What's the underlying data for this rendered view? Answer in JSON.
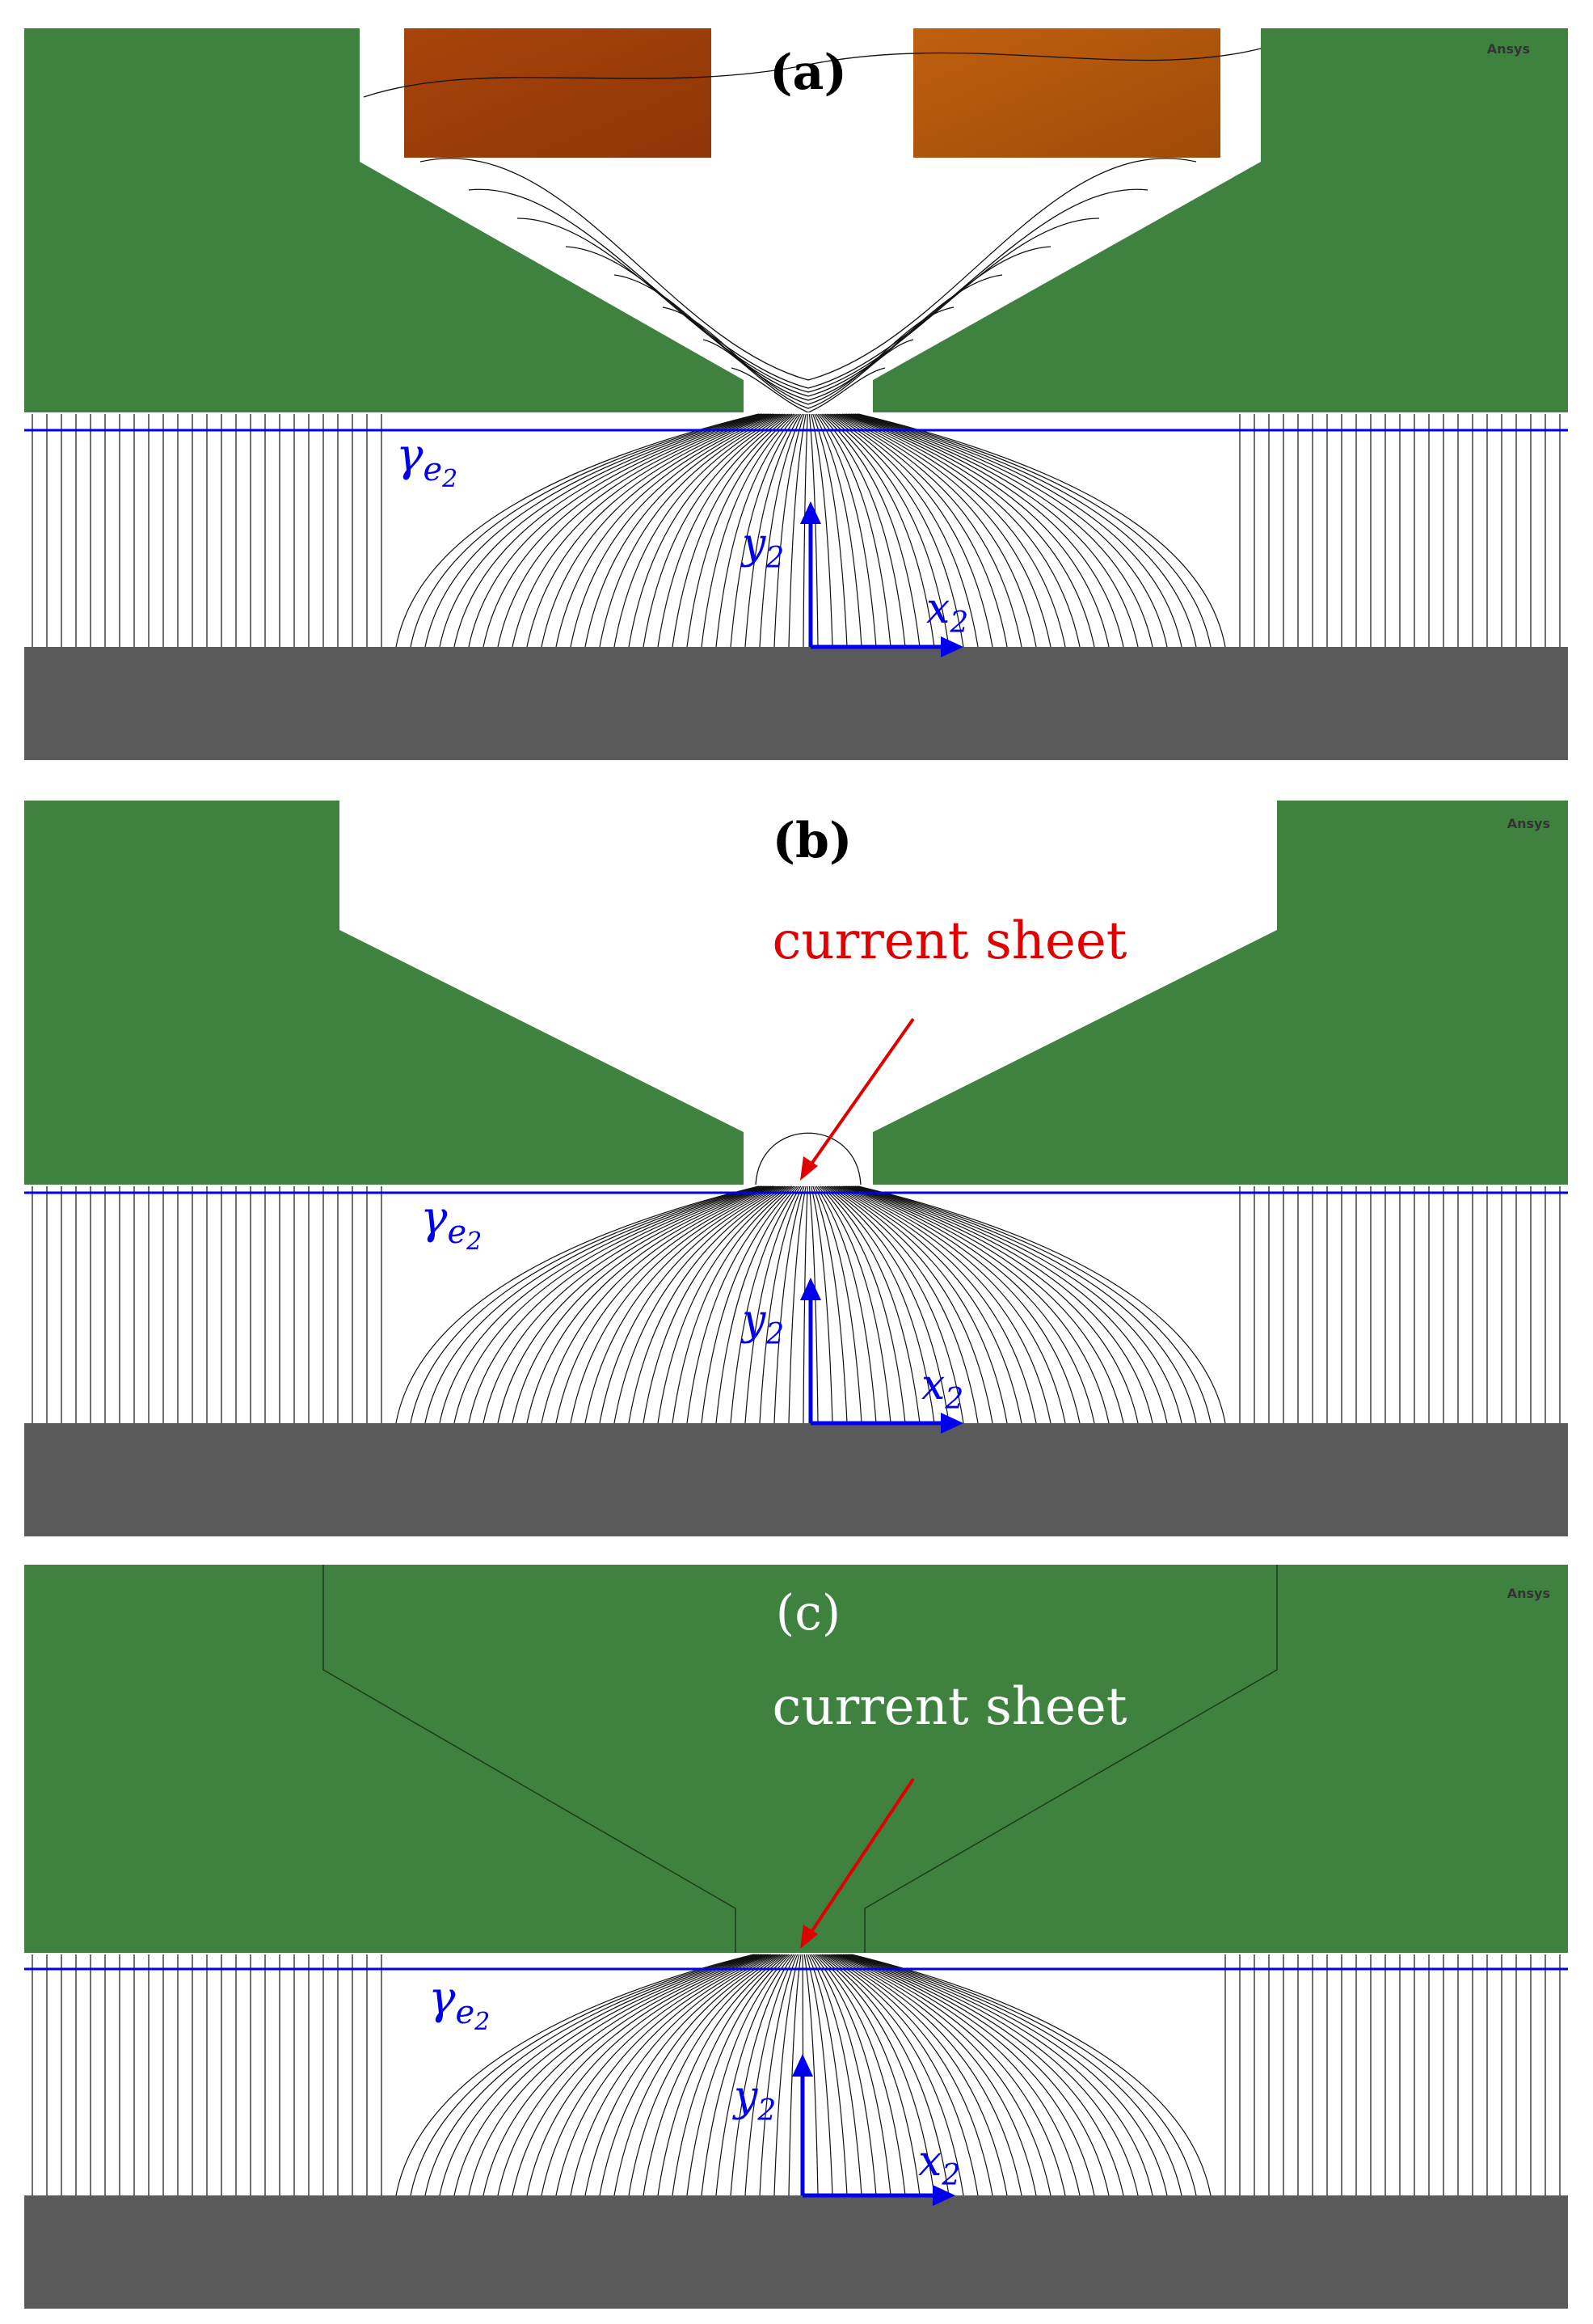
{
  "brand": "Ansys",
  "panels": [
    {
      "label": "(a)",
      "annotation": "",
      "gamma": "γ",
      "gamma_sub": "e",
      "gamma_sub2": "2",
      "x_label": "x",
      "x_sub": "2",
      "y_label": "y",
      "y_sub": "2"
    },
    {
      "label": "(b)",
      "annotation": "current sheet",
      "gamma": "γ",
      "gamma_sub": "e",
      "gamma_sub2": "2",
      "x_label": "x",
      "x_sub": "2",
      "y_label": "y",
      "y_sub": "2"
    },
    {
      "label": "(c)",
      "annotation": "current sheet",
      "gamma": "γ",
      "gamma_sub": "e",
      "gamma_sub2": "2",
      "x_label": "x",
      "x_sub": "2",
      "y_label": "y",
      "y_sub": "2"
    }
  ],
  "colors": {
    "pole": "#3f8240",
    "coil": "#b34e0c",
    "base": "#5a5a5a",
    "boundary": "#0000ee",
    "annotation_b": "#e00000",
    "annotation_c": "#ffffff",
    "arrow": "#e00000",
    "axes": "#0000ee"
  }
}
